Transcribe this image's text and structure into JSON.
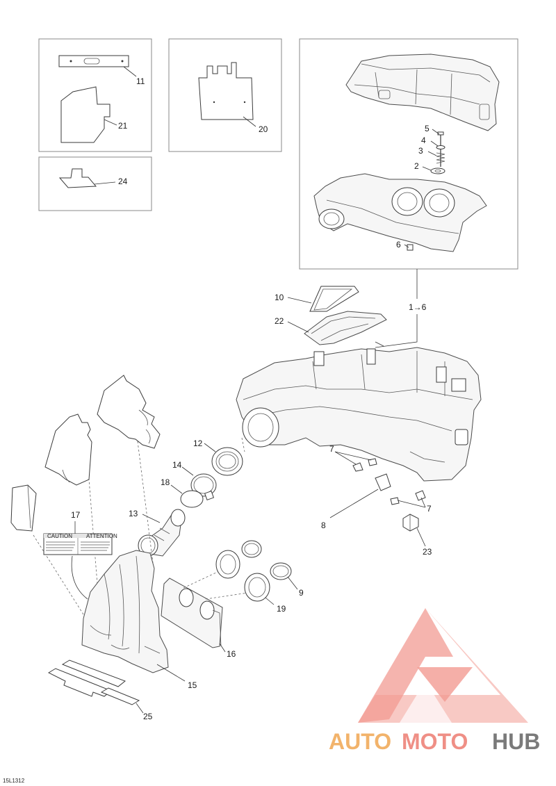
{
  "callouts": {
    "c1to6": "1→6",
    "c2": "2",
    "c3": "3",
    "c4": "4",
    "c5": "5",
    "c6": "6",
    "c7a": "7",
    "c7b": "7",
    "c8": "8",
    "c9": "9",
    "c10": "10",
    "c11": "11",
    "c12": "12",
    "c13": "13",
    "c14": "14",
    "c15": "15",
    "c16": "16",
    "c17": "17",
    "c18": "18",
    "c19": "19",
    "c20": "20",
    "c21": "21",
    "c22": "22",
    "c23": "23",
    "c24": "24",
    "c25": "25"
  },
  "label_17": {
    "left": "CAUTION",
    "right": "ATTENTION"
  },
  "watermark": {
    "part1": "AUTO",
    "part2": "MOTO",
    "part3": "HUB"
  },
  "reference_code": "15L1312",
  "colors": {
    "logo_triangle": "#f08a80",
    "logo_auto": "#f2b36b",
    "logo_moto": "#ef8f86",
    "logo_hub": "#7a7a7a"
  }
}
